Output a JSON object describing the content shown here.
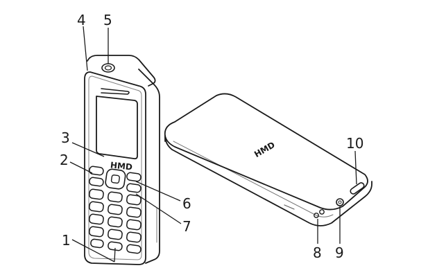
{
  "logo_text": "HMD",
  "callouts": {
    "c1": "1",
    "c2": "2",
    "c3": "3",
    "c4": "4",
    "c5": "5",
    "c6": "6",
    "c7": "7",
    "c8": "8",
    "c9": "9",
    "c10": "10"
  }
}
